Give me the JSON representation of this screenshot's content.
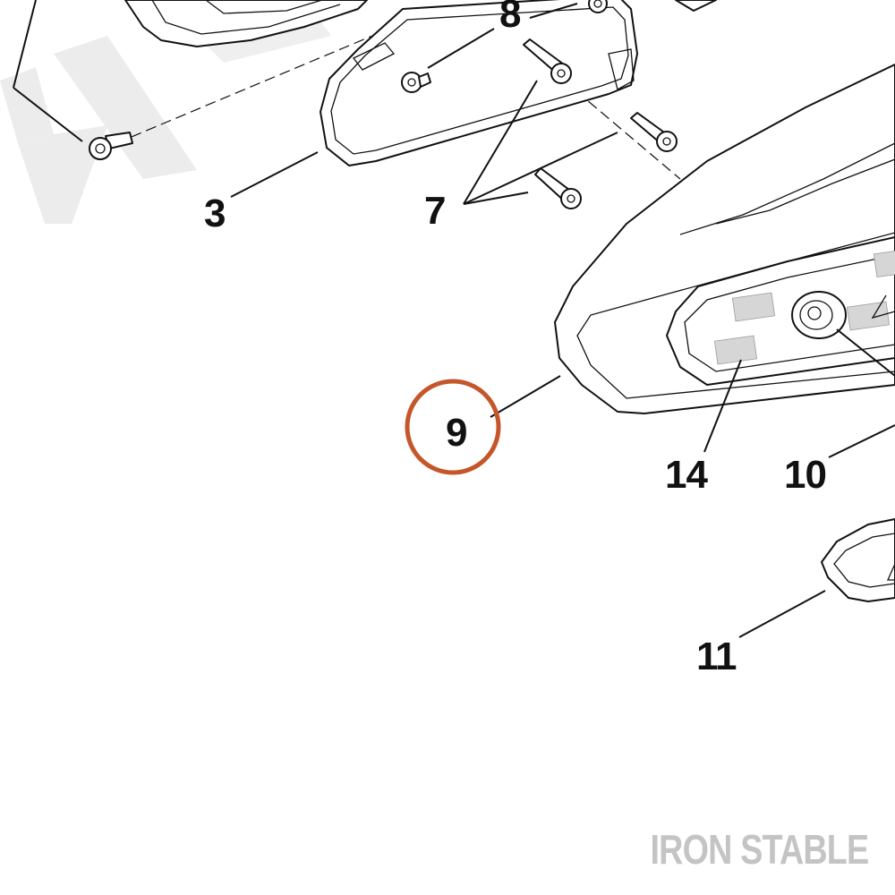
{
  "callouts": {
    "c3": "3",
    "c7": "7",
    "c8": "8",
    "c9": "9",
    "c10": "10",
    "c11": "11",
    "c14": "14"
  },
  "highlight": {
    "label": "9",
    "color": "#c4562a"
  },
  "watermark": {
    "text": "IRON STABLE",
    "color": "#c4c4c4"
  },
  "icons": {
    "faint_watermark": "letters-watermark-icon",
    "warning": "warning-triangle-icon"
  }
}
